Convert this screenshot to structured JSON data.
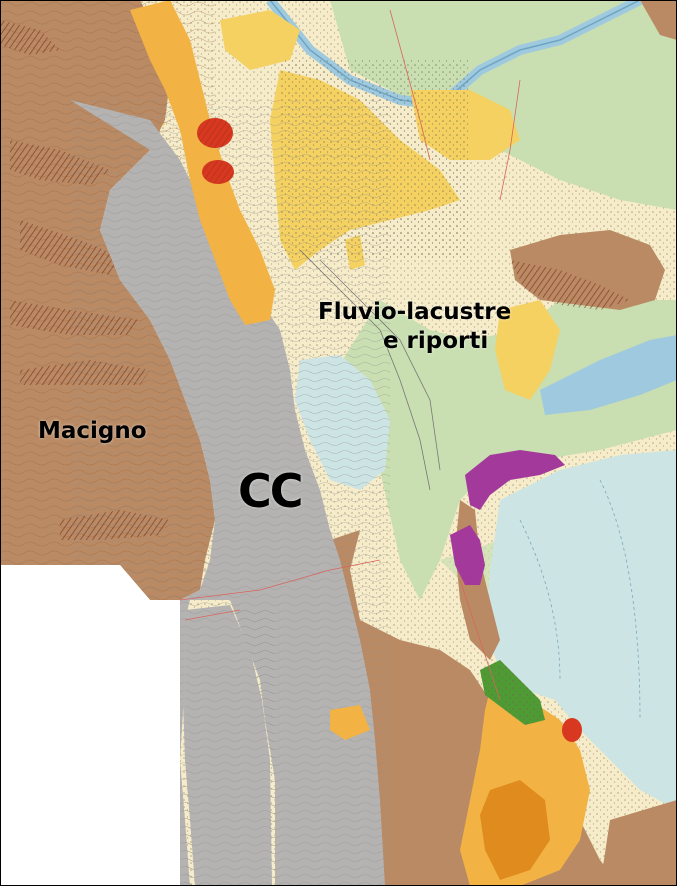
{
  "map": {
    "labels": {
      "macigno": "Macigno",
      "cc": "CC",
      "fluvio_line1": "Fluvio-lacustre",
      "fluvio_line2": "e riporti"
    },
    "colors": {
      "macigno_brown": "#b98a63",
      "cc_gray": "#b4b3b2",
      "fluvio_cream": "#f6ecc9",
      "yellow_deposit": "#f4d160",
      "orange_deposit": "#f2b344",
      "pale_green": "#c9dfb1",
      "lake_blue": "#cde4e4",
      "river_blue": "#9fc9de",
      "red_outcrop": "#d8381f",
      "purple_outcrop": "#a33a9b",
      "green_outcrop": "#4f9b33",
      "dark_orange": "#e08b1e",
      "frame_border": "#000000"
    }
  }
}
